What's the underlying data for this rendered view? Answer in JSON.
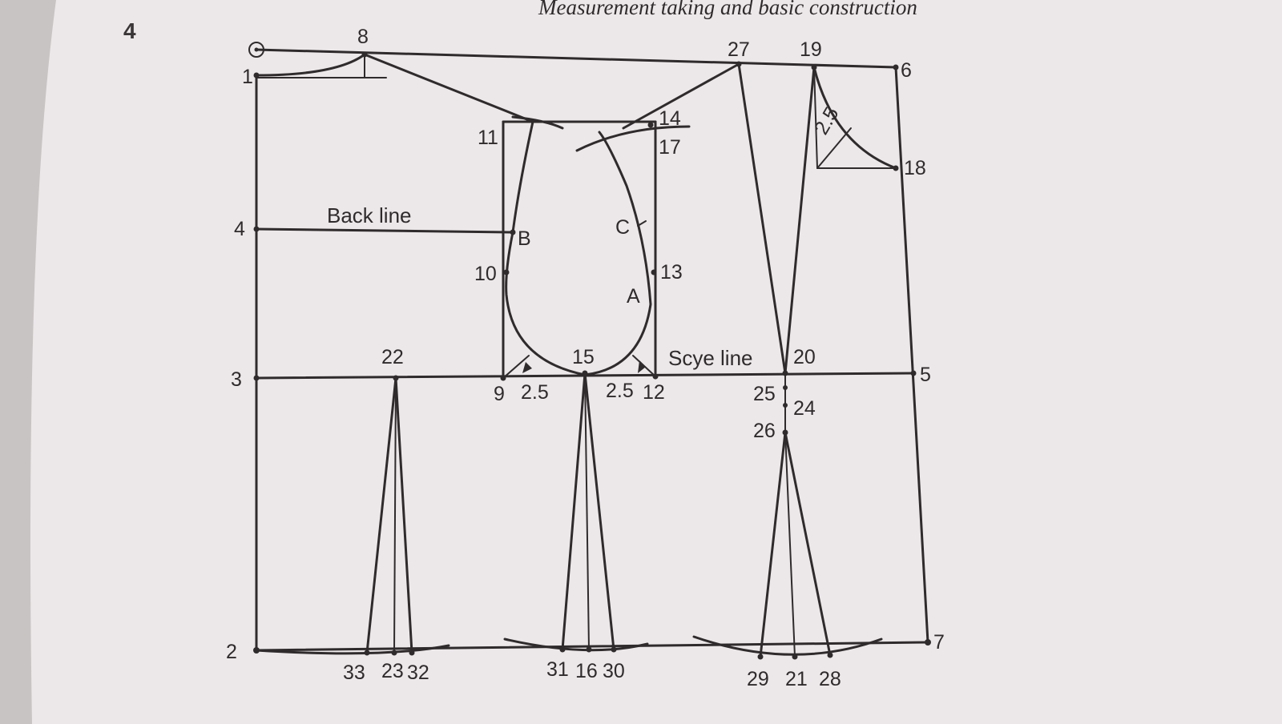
{
  "header": {
    "text": "Measurement taking and basic construction",
    "page_number": "4"
  },
  "labels": {
    "p1": "1",
    "p2": "2",
    "p3": "3",
    "p4": "4",
    "p5": "5",
    "p6": "6",
    "p7": "7",
    "p8": "8",
    "p9": "9",
    "p10": "10",
    "p11": "11",
    "p12": "12",
    "p13": "13",
    "p14": "14",
    "p15": "15",
    "p16": "16",
    "p17": "17",
    "p18": "18",
    "p19": "19",
    "p20": "20",
    "p21": "21",
    "p22": "22",
    "p23": "23",
    "p24": "24",
    "p25": "25",
    "p26": "26",
    "p27": "27",
    "p28": "28",
    "p29": "29",
    "p30": "30",
    "p31": "31",
    "p32": "32",
    "p33": "33",
    "A": "A",
    "B": "B",
    "C": "C",
    "back_line": "Back line",
    "scye_line": "Scye line",
    "m25_left": "2.5",
    "m25_right": "2.5",
    "m25_neck": "2.5"
  }
}
